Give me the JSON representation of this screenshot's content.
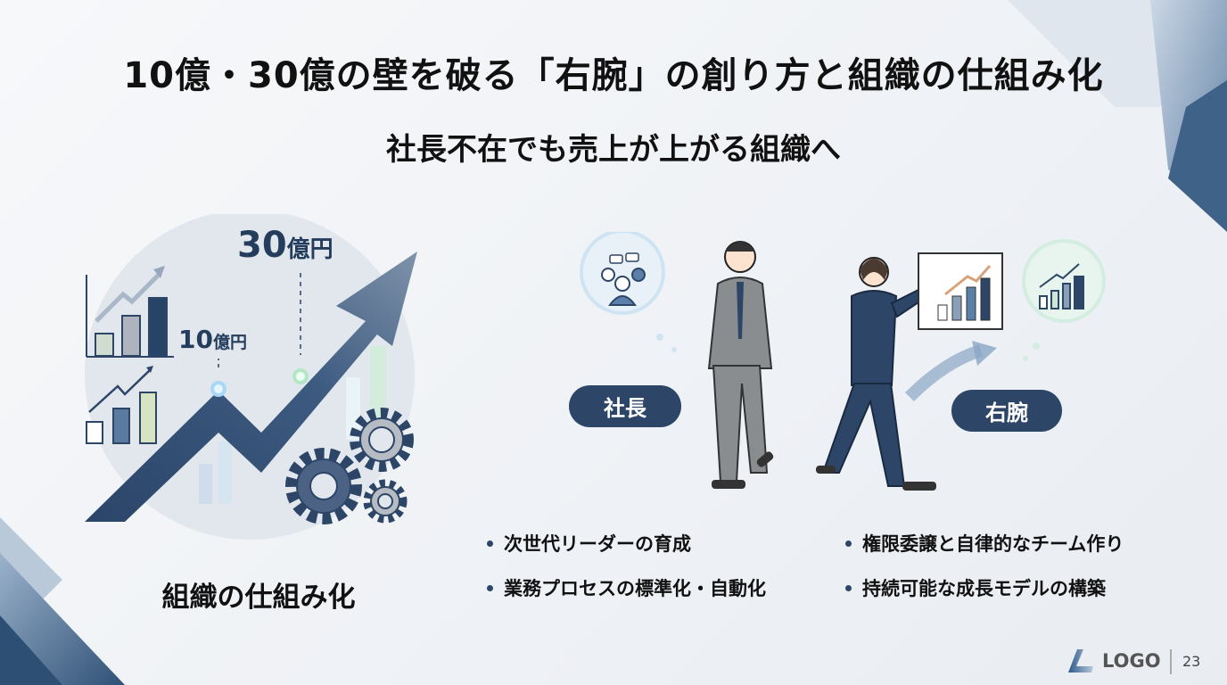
{
  "slide": {
    "title": "10億・30億の壁を破る「右腕」の創り方と組織の仕組み化",
    "subtitle": "社長不在でも売上が上がる組織へ"
  },
  "growth_graphic": {
    "amount_high": "30",
    "amount_high_unit": "億円",
    "amount_low": "10",
    "amount_low_unit": "億円",
    "label": "組織の仕組み化",
    "icons": [
      "bar-chart-icon",
      "rising-arrow-icon",
      "gear-icon"
    ]
  },
  "people": {
    "president_label": "社長",
    "right_hand_label": "右腕",
    "icons": [
      "team-icon",
      "growth-chart-icon"
    ]
  },
  "bullets": {
    "left": [
      "次世代リーダーの育成",
      "業務プロセスの標準化・自動化"
    ],
    "right": [
      "権限委譲と自律的なチーム作り",
      "持続可能な成長モデルの構築"
    ]
  },
  "footer": {
    "logo_text": "LOGO",
    "page_number": "23"
  },
  "colors": {
    "navy": "#2d4668",
    "accent_blue": "#5a7fa8",
    "background": "#f2f4f7"
  }
}
